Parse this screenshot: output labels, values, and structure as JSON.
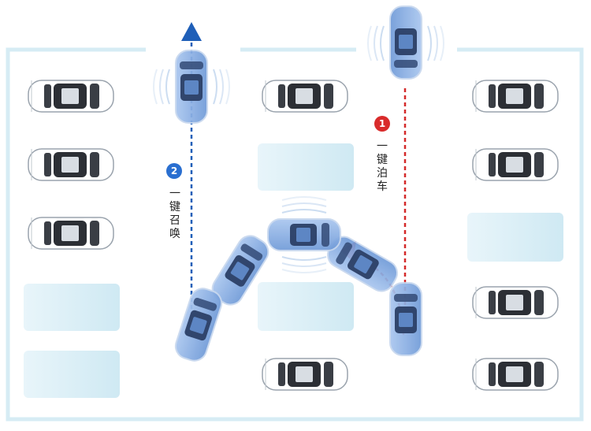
{
  "route_summon": {
    "step_number": "2",
    "label": "一键召唤",
    "color": "#1f5fb8",
    "badge_color": "#2a6fd0"
  },
  "route_park": {
    "step_number": "1",
    "label": "一键泊车",
    "color": "#d42a2a",
    "badge_color": "#d92b2b"
  },
  "colors": {
    "lot_border": "#d6ecf4",
    "empty_space": "#dff1f8",
    "parked_car": "#ffffff",
    "moving_car": "#7ea6dd"
  }
}
